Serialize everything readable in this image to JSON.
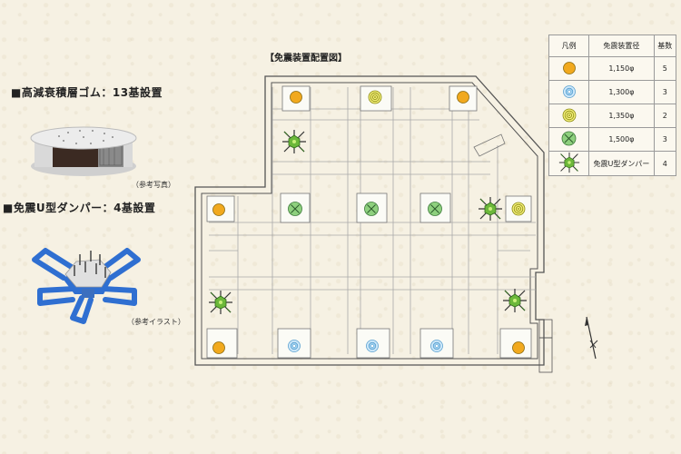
{
  "left_panel": {
    "rubber_heading": "■高減衰積層ゴム：13基設置",
    "rubber_caption": "（参考写真）",
    "damper_heading": "■免震U型ダンパー：4基設置",
    "damper_caption": "（参考イラスト）"
  },
  "diagram": {
    "title": "【免震装置配置図】"
  },
  "legend": {
    "headers": [
      "凡例",
      "免震装置径",
      "基数"
    ],
    "rows": [
      {
        "icon": "orange-circle-icon",
        "color": "#f1a91e",
        "diameter": "1,150φ",
        "count": "5"
      },
      {
        "icon": "blue-ring-circle-icon",
        "color": "#9fd0ef",
        "diameter": "1,300φ",
        "count": "3"
      },
      {
        "icon": "yellow-ring-circle-icon",
        "color": "#e8e23c",
        "diameter": "1,350φ",
        "count": "2"
      },
      {
        "icon": "green-cross-circle-icon",
        "color": "#8ed07e",
        "diameter": "1,500φ",
        "count": "3"
      },
      {
        "icon": "u-damper-icon",
        "color": "#6cb83a",
        "diameter": "免震U型ダンパー",
        "count": "4"
      }
    ]
  }
}
